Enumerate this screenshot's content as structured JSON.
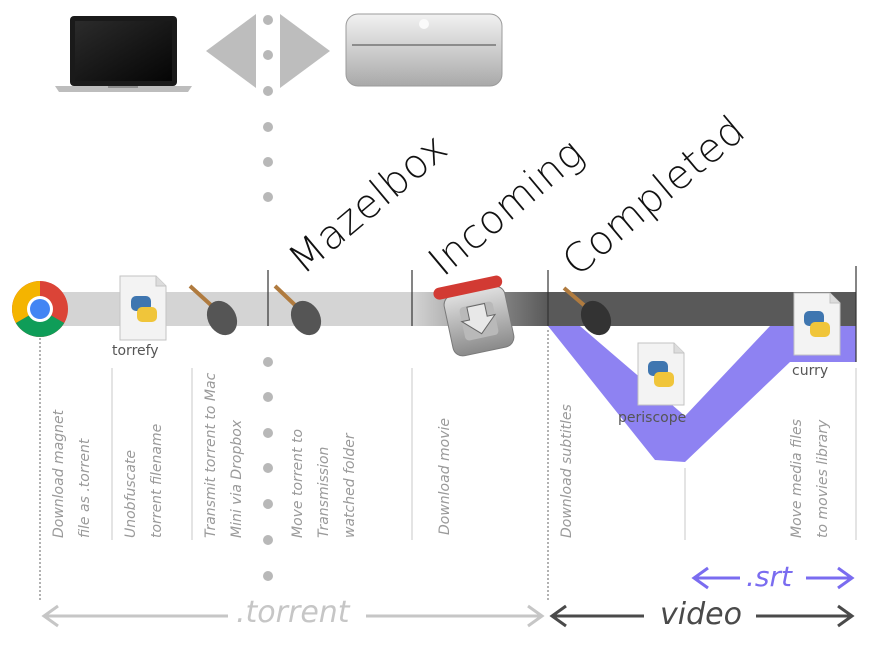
{
  "folders": [
    "Mazelbox",
    "Incoming",
    "Completed"
  ],
  "tools": {
    "torrefy": "torrefy",
    "periscope": "periscope",
    "curry": "curry"
  },
  "steps": [
    "Download magnet\nfile as .torrent",
    "Unobfuscate\ntorrent filename",
    "Transmit torrent to Mac\nMini via Dropbox",
    "Move torrent to\nTransmission\nwatched folder",
    "Download movie",
    "Download subtitles",
    "Move media files\nto movies library"
  ],
  "ranges": {
    "torrent": ".torrent",
    "video": "video",
    "srt": ".srt"
  },
  "icons": [
    "laptop-icon",
    "transfer-arrows-icon",
    "mac-mini-icon",
    "chrome-icon",
    "python-file-icon",
    "feather-duster-icon",
    "transmission-icon"
  ],
  "colors": {
    "torrent_bar": "#d4d4d4",
    "video_bar": "#595959",
    "srt_path": "#7a6cf0",
    "srt_label": "#7a6cf0",
    "step_text": "#9a9a9a",
    "dots": "#b8b8b8"
  }
}
